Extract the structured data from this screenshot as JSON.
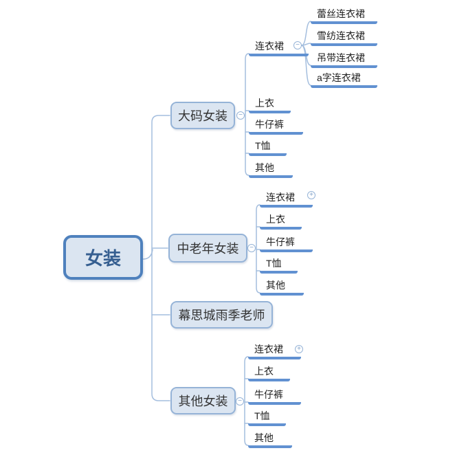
{
  "glyphs": {
    "collapse": "−",
    "expand": "+"
  },
  "colors": {
    "node_fill": "#dbe5f1",
    "root_border": "#4f81bd",
    "branch_border": "#95b3d7",
    "underline": "#6191d1",
    "connector": "#a4bede",
    "root_text": "#365f91",
    "topic_text": "#1f1f1f"
  },
  "root": {
    "label": "女装"
  },
  "branches": [
    {
      "label": "大码女装",
      "toggle": "collapse",
      "children": [
        {
          "label": "连衣裙",
          "toggle": "collapse",
          "children": [
            {
              "label": "蕾丝连衣裙"
            },
            {
              "label": "雪纺连衣裙"
            },
            {
              "label": "吊带连衣裙"
            },
            {
              "label": "a字连衣裙"
            }
          ]
        },
        {
          "label": "上衣"
        },
        {
          "label": "牛仔裤"
        },
        {
          "label": "T恤"
        },
        {
          "label": "其他"
        }
      ]
    },
    {
      "label": "中老年女装",
      "toggle": "collapse",
      "children": [
        {
          "label": "连衣裙",
          "toggle": "expand"
        },
        {
          "label": "上衣"
        },
        {
          "label": "牛仔裤"
        },
        {
          "label": "T恤"
        },
        {
          "label": "其他"
        }
      ]
    },
    {
      "label": "幕思城雨季老师"
    },
    {
      "label": "其他女装",
      "toggle": "collapse",
      "children": [
        {
          "label": "连衣裙",
          "toggle": "expand"
        },
        {
          "label": "上衣"
        },
        {
          "label": "牛仔裤"
        },
        {
          "label": "T恤"
        },
        {
          "label": "其他"
        }
      ]
    }
  ]
}
